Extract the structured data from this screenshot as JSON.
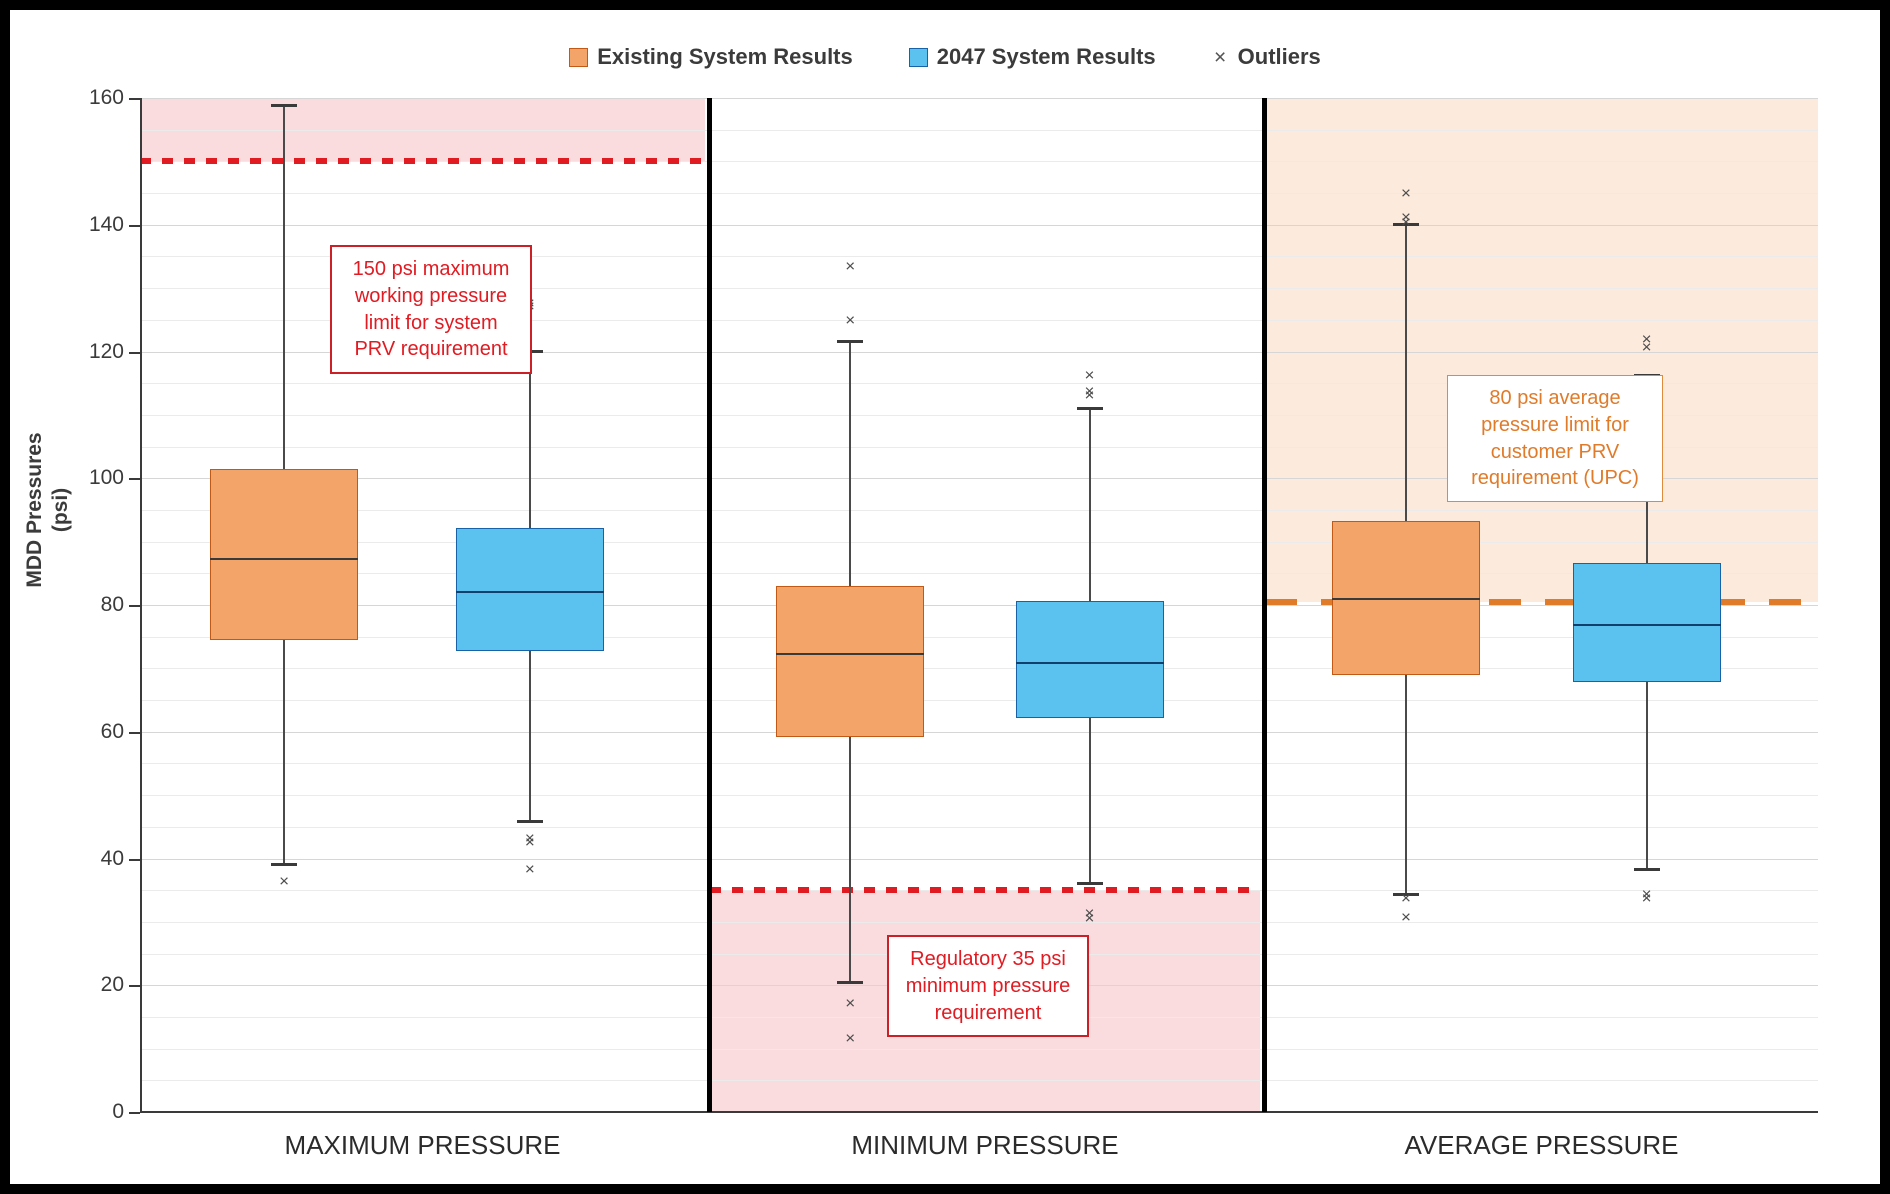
{
  "legend": {
    "items": [
      {
        "label": "Existing System Results",
        "marker": "square",
        "color": "#F3A469"
      },
      {
        "label": "2047 System Results",
        "marker": "square",
        "color": "#5BC2F0"
      },
      {
        "label": "Outliers",
        "marker": "x",
        "color": "#555555"
      }
    ]
  },
  "chart_data": {
    "type": "box",
    "title": "",
    "xlabel": "",
    "ylabel": "MDD Pressures (psi)",
    "ylabel_line1": "MDD Pressures",
    "ylabel_line2": "(psi)",
    "ylim": [
      0,
      160
    ],
    "yticks": [
      0,
      20,
      40,
      60,
      80,
      100,
      120,
      140,
      160
    ],
    "ytick_labels": [
      "0",
      "20",
      "40",
      "60",
      "80",
      "100",
      "120",
      "140",
      "160"
    ],
    "grid": true,
    "legend_position": "top-center",
    "categories": [
      "MAXIMUM PRESSURE",
      "MINIMUM PRESSURE",
      "AVERAGE PRESSURE"
    ],
    "series": [
      {
        "name": "Existing System Results",
        "color": "#F3A469",
        "edge_color": "#C05A16",
        "boxes": [
          {
            "category": "MAXIMUM PRESSURE",
            "whisker_low": 39.3,
            "q1": 74.4,
            "median": 87.4,
            "q3": 101.5,
            "whisker_high": 159.0,
            "outliers": [
              36.4
            ]
          },
          {
            "category": "MINIMUM PRESSURE",
            "whisker_low": 20.6,
            "q1": 59.1,
            "median": 72.4,
            "q3": 83.0,
            "whisker_high": 121.8,
            "outliers": [
              133.5,
              124.9,
              17.2,
              11.7
            ]
          },
          {
            "category": "AVERAGE PRESSURE",
            "whisker_low": 34.6,
            "q1": 69.0,
            "median": 81.1,
            "q3": 93.2,
            "whisker_high": 140.2,
            "outliers": [
              145.0,
              141.2,
              140.4,
              33.8,
              30.7
            ]
          }
        ]
      },
      {
        "name": "2047 System Results",
        "color": "#5BC2F0",
        "edge_color": "#1763A6",
        "boxes": [
          {
            "category": "MAXIMUM PRESSURE",
            "whisker_low": 46.0,
            "q1": 72.7,
            "median": 82.2,
            "q3": 92.2,
            "whisker_high": 120.3,
            "outliers": [
              127.7,
              127.2,
              43.3,
              42.6,
              38.4
            ]
          },
          {
            "category": "MINIMUM PRESSURE",
            "whisker_low": 36.3,
            "q1": 62.2,
            "median": 71.0,
            "q3": 80.6,
            "whisker_high": 111.2,
            "outliers": [
              116.3,
              113.8,
              113.1,
              31.4,
              30.6
            ]
          },
          {
            "category": "AVERAGE PRESSURE",
            "whisker_low": 38.5,
            "q1": 67.8,
            "median": 77.0,
            "q3": 86.6,
            "whisker_high": 116.5,
            "outliers": [
              121.9,
              120.7,
              34.4,
              33.7
            ]
          }
        ]
      }
    ],
    "reference_lines": [
      {
        "id": "max-working-pressure",
        "value": 150,
        "panel": "MAXIMUM PRESSURE",
        "color": "#E01B22",
        "style": "dotted",
        "shade": "above",
        "shade_color": "#FBDCDE"
      },
      {
        "id": "min-pressure",
        "value": 35,
        "panel": "MINIMUM PRESSURE",
        "color": "#E01B22",
        "style": "dotted",
        "shade": "below",
        "shade_color": "#FBDCDE"
      },
      {
        "id": "avg-pressure-upc",
        "value": 80.5,
        "panel": "AVERAGE PRESSURE",
        "color": "#E07B2A",
        "style": "dashed",
        "shade": "above",
        "shade_color": "#FCEADD"
      }
    ],
    "annotations": [
      {
        "id": "max-working-pressure-note",
        "text": "150 psi maximum working pressure limit for system PRV requirement",
        "color": "#E01B22"
      },
      {
        "id": "min-pressure-note",
        "text": "Regulatory 35 psi minimum pressure requirement",
        "color": "#E01B22"
      },
      {
        "id": "avg-pressure-note",
        "text": "80 psi average pressure limit for customer PRV requirement (UPC)",
        "color": "#E07B2A"
      }
    ]
  }
}
